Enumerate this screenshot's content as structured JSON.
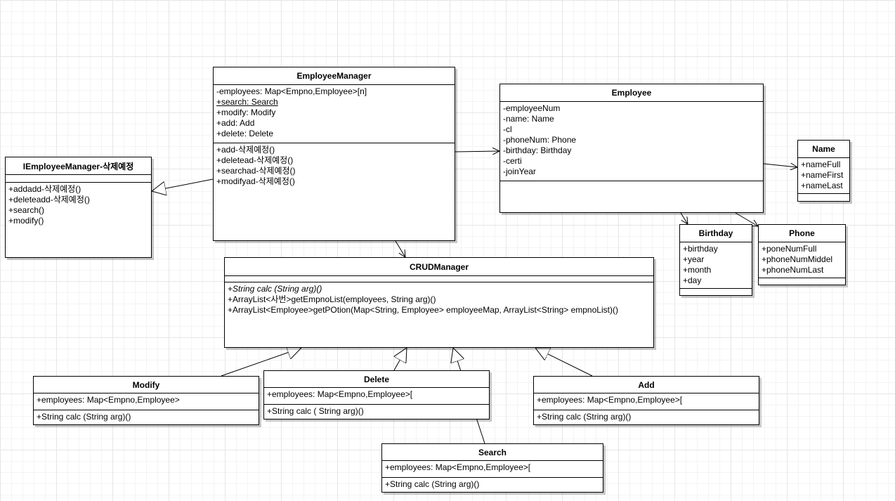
{
  "classes": {
    "employee_manager": {
      "name": "EmployeeManager",
      "attributes": [
        "-employees: Map<Empno,Employee>[n]",
        "+search: Search",
        "+modify: Modify",
        "+add: Add",
        "+delete: Delete"
      ],
      "methods": [
        "+add-삭제예정()",
        "+deletead-삭제예정()",
        "+searchad-삭제예정()",
        "+modifyad-삭제예정()"
      ]
    },
    "iemployee_manager": {
      "name": "IEmployeeManager-삭제예정",
      "methods": [
        "+addadd-삭제예정()",
        "+deleteadd-삭제예정()",
        "+search()",
        "+modify()"
      ]
    },
    "employee": {
      "name": "Employee",
      "attributes": [
        "-employeeNum",
        "-name: Name",
        "-cl",
        "-phoneNum: Phone",
        "-birthday: Birthday",
        "-certi",
        "-joinYear"
      ]
    },
    "name": {
      "name": "Name",
      "attributes": [
        "+nameFull",
        "+nameFirst",
        "+nameLast"
      ]
    },
    "birthday": {
      "name": "Birthday",
      "attributes": [
        "+birthday",
        "+year",
        "+month",
        "+day"
      ]
    },
    "phone": {
      "name": "Phone",
      "attributes": [
        "+poneNumFull",
        "+phoneNumMiddel",
        "+phoneNumLast"
      ]
    },
    "crud_manager": {
      "name": "CRUDManager",
      "methods": [
        "+String calc (String arg)()",
        "+ArrayList<사번>getEmpnoList(employees, String arg)()",
        "+ArrayList<Employee>getPOtion(Map<String, Employee> employeeMap, ArrayList<String> empnoList)()"
      ]
    },
    "modify": {
      "name": "Modify",
      "attributes": [
        "+employees: Map<Empno,Employee>"
      ],
      "methods": [
        "+String calc (String arg)()"
      ]
    },
    "delete": {
      "name": "Delete",
      "attributes": [
        "+employees: Map<Empno,Employee>["
      ],
      "methods": [
        "+String calc ( String arg)()"
      ]
    },
    "add": {
      "name": "Add",
      "attributes": [
        "+employees: Map<Empno,Employee>["
      ],
      "methods": [
        "+String calc (String arg)()"
      ]
    },
    "search": {
      "name": "Search",
      "attributes": [
        "+employees: Map<Empno,Employee>["
      ],
      "methods": [
        "+String calc (String arg)()"
      ]
    }
  }
}
